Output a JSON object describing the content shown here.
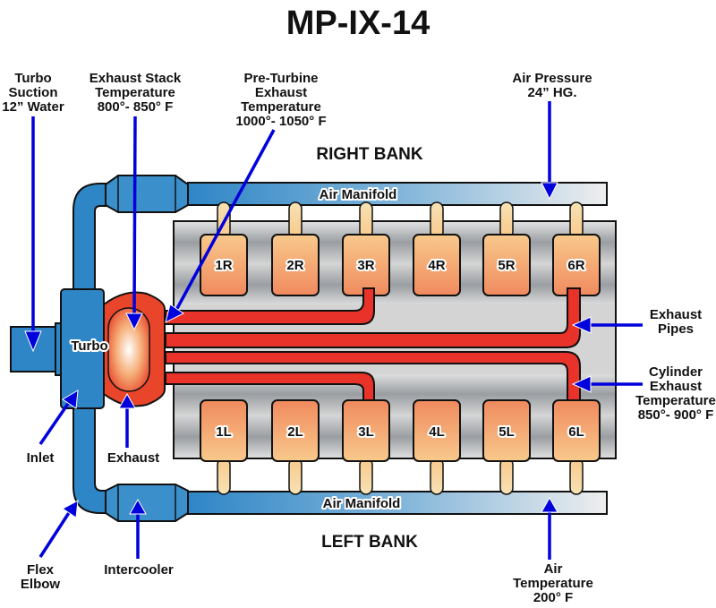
{
  "title": "MP-IX-14",
  "banks": {
    "right": "RIGHT BANK",
    "left": "LEFT BANK"
  },
  "components": {
    "turbo": "Turbo",
    "air_manifold_top": "Air Manifold",
    "air_manifold_bottom": "Air Manifold"
  },
  "cylinders": {
    "right": [
      "1R",
      "2R",
      "3R",
      "4R",
      "5R",
      "6R"
    ],
    "left": [
      "1L",
      "2L",
      "3L",
      "4L",
      "5L",
      "6L"
    ]
  },
  "annotations": {
    "turbo_suction": [
      "Turbo",
      "Suction",
      "12” Water"
    ],
    "exhaust_stack": [
      "Exhaust Stack",
      "Temperature",
      "800°- 850° F"
    ],
    "pre_turbine": [
      "Pre-Turbine",
      "Exhaust",
      "Temperature",
      "1000°- 1050° F"
    ],
    "air_pressure": [
      "Air Pressure",
      "24” HG."
    ],
    "exhaust_pipes": [
      "Exhaust",
      "Pipes"
    ],
    "cylinder_exhaust": [
      "Cylinder",
      "Exhaust",
      "Temperature",
      "850°- 900° F"
    ],
    "inlet": [
      "Inlet"
    ],
    "exhaust": [
      "Exhaust"
    ],
    "flex_elbow": [
      "Flex",
      "Elbow"
    ],
    "intercooler": [
      "Intercooler"
    ],
    "air_temperature": [
      "Air",
      "Temperature",
      "200° F"
    ]
  },
  "colors": {
    "pipe_blue": "#2f86c6",
    "exhaust_red": "#e8322a",
    "cylinder_orange": "#f4a77a",
    "arrow_blue": "#0000dd",
    "block_gray": "#b8b8b8"
  }
}
